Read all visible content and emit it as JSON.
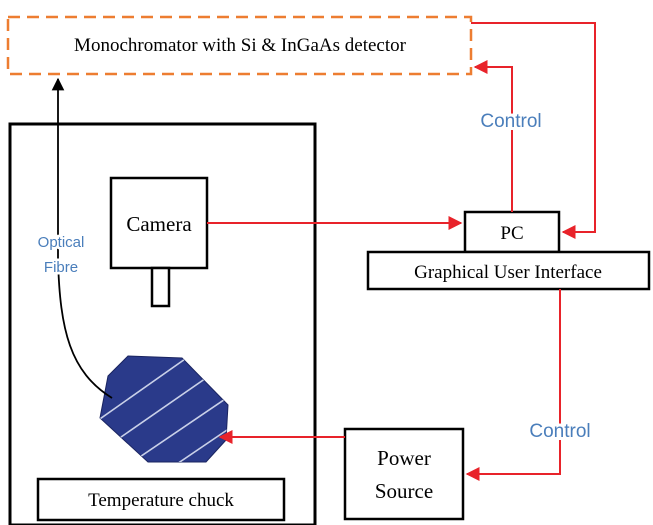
{
  "colors": {
    "dashed_box": "#ed7d31",
    "control_arrow": "#e8232a",
    "control_label": "#4a7ebb",
    "fibre": "#000000",
    "solar_cell": "#2a3a8a"
  },
  "monochromator": {
    "label": "Monochromator with Si & InGaAs detector"
  },
  "camera": {
    "label": "Camera"
  },
  "pc": {
    "label": "PC"
  },
  "gui": {
    "label": "Graphical User Interface"
  },
  "optical_fibre": {
    "line1": "Optical",
    "line2": "Fibre"
  },
  "control_top": {
    "label": "Control"
  },
  "control_bottom": {
    "label": "Control"
  },
  "power_source": {
    "line1": "Power",
    "line2": "Source"
  },
  "temperature_chuck": {
    "label": "Temperature chuck"
  },
  "icons": [
    "solar-cell-icon",
    "camera-lens-icon"
  ]
}
